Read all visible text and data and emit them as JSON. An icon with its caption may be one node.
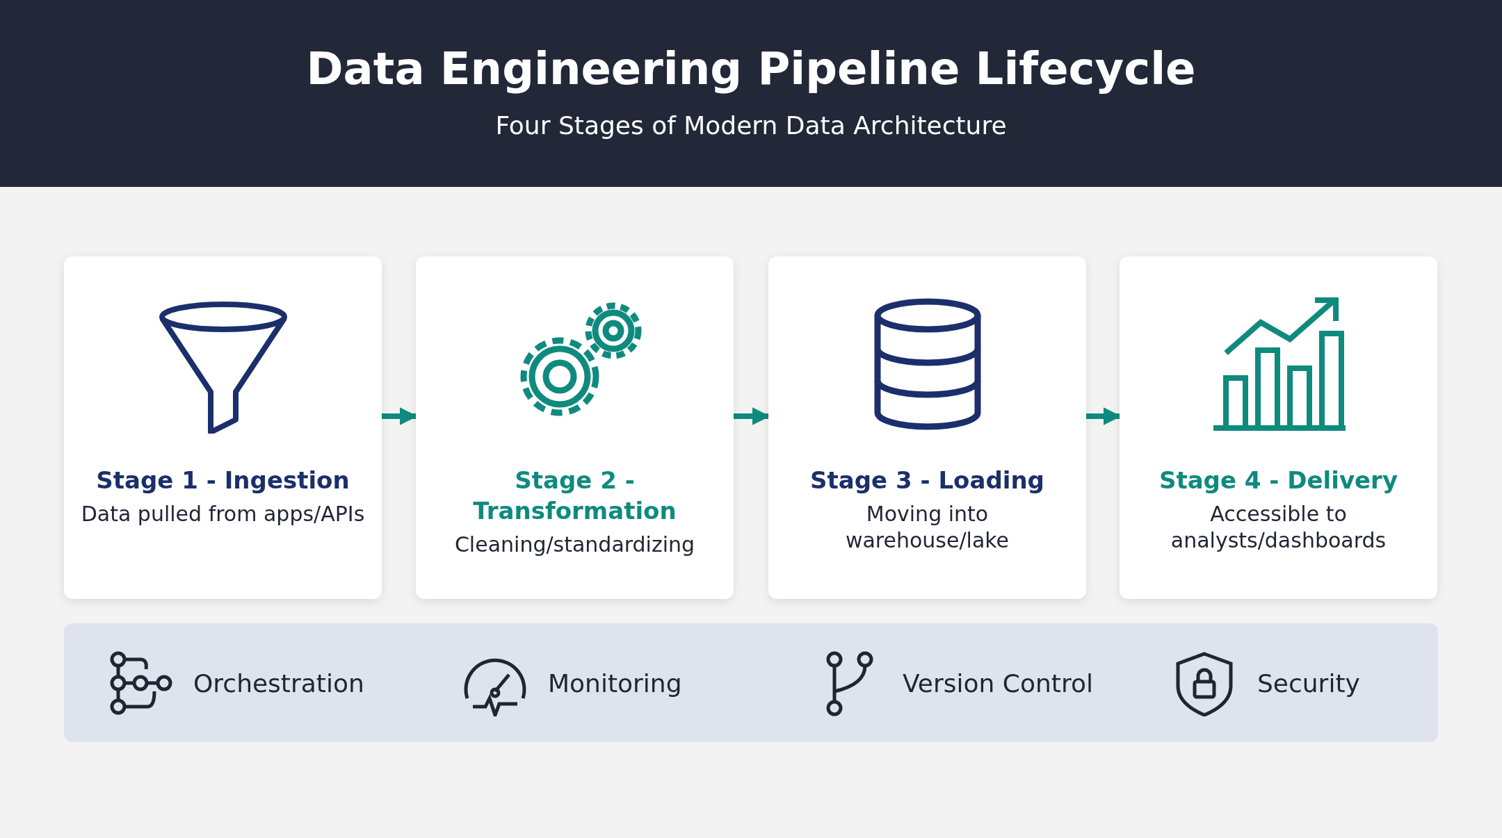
{
  "diagram": {
    "title": "Data Engineering Pipeline Lifecycle",
    "nodes": [
      {
        "text": [
          "Stage 1 - Ingestion",
          "Data pulled from apps/APIs"
        ]
      },
      {
        "text": [
          "Stage 2 - Transformation",
          "Cleaning/standardizing"
        ]
      },
      {
        "text": [
          "Stage 3 - Loading",
          "Moving into warehouse/lake"
        ]
      },
      {
        "text": [
          "Stage 4 - Delivery",
          "Accessible to analysts/dashboards"
        ]
      },
      {
        "text": [
          "Orchestration",
          "Monitoring",
          "Version Control",
          "Security"
        ]
      }
    ],
    "edges": [
      {
        "from": 0,
        "to": 1,
        "arrow": "to"
      },
      {
        "from": 1,
        "to": 2,
        "arrow": "to"
      },
      {
        "from": 2,
        "to": 3,
        "arrow": "to"
      }
    ],
    "labels": [
      "Four Stages of Modern Data Architecture"
    ]
  }
}
